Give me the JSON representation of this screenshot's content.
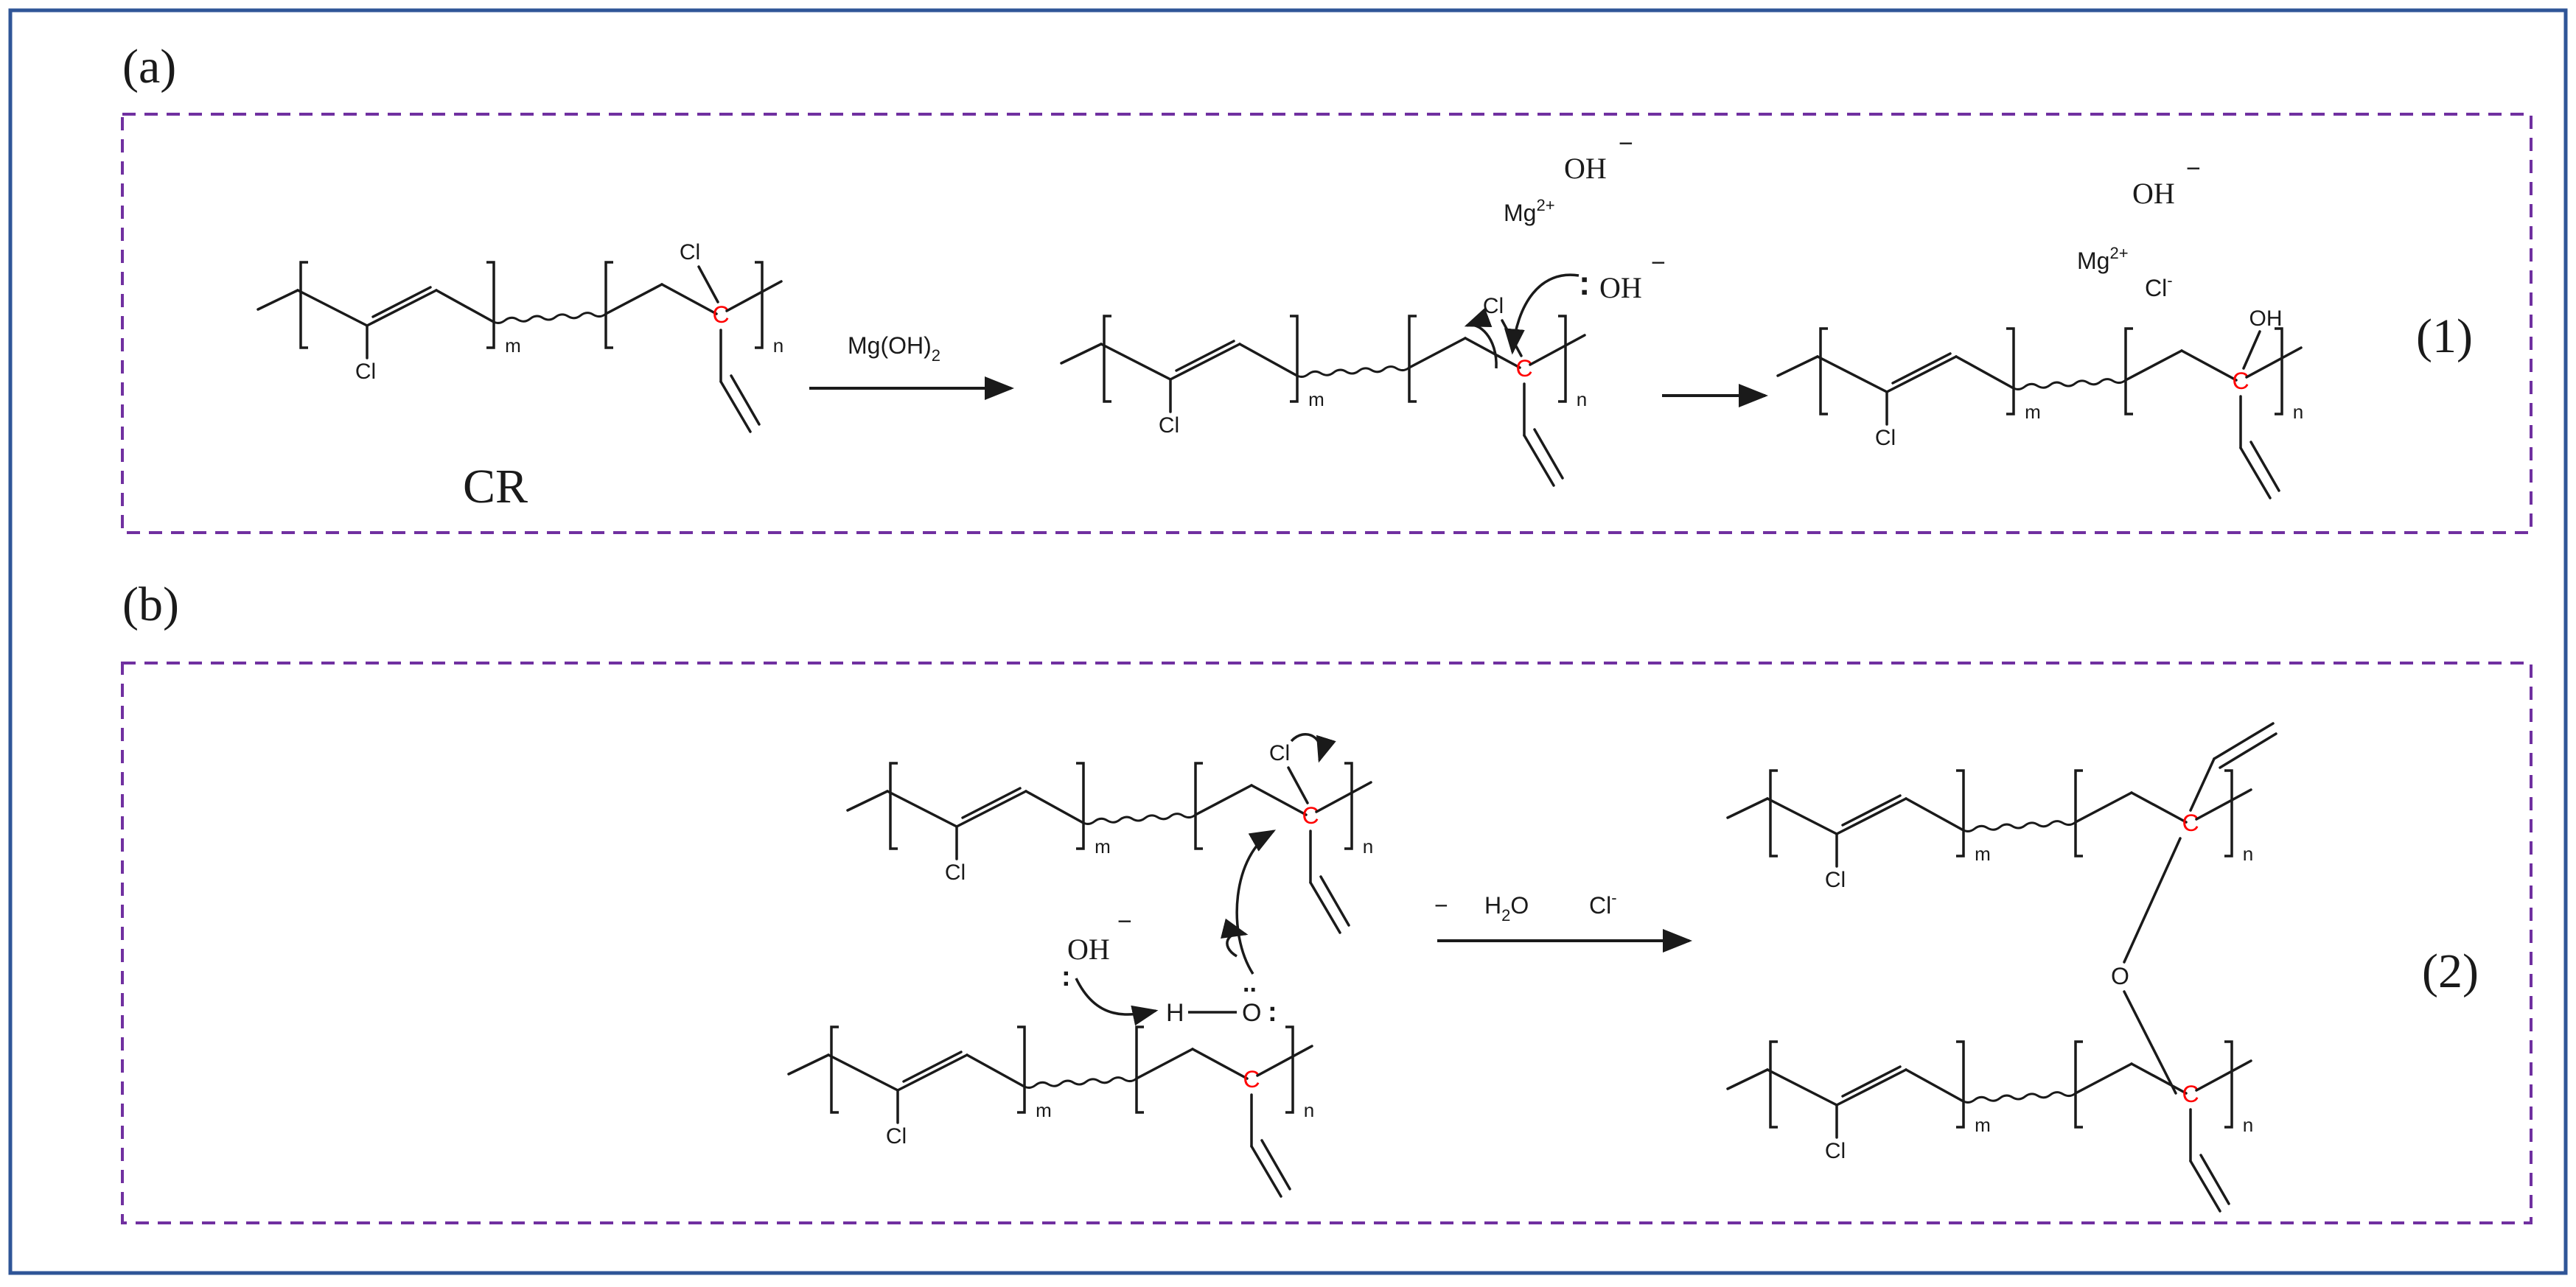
{
  "panel_a": {
    "label": "(a)",
    "equation_number": "(1)",
    "cr_label": "CR",
    "reagent": "Mg(OH)",
    "reagent_sub": "2",
    "ion_oh": "OH",
    "ion_minus": "−",
    "ion_mg": "Mg",
    "ion_mg_charge": "2+",
    "ion_cl": "Cl",
    "ion_cl_charge": "-",
    "lone_pair": ":",
    "oh_group": "OH"
  },
  "panel_b": {
    "label": "(b)",
    "equation_number": "(2)",
    "condition_minus": "−",
    "condition_h2o": "H",
    "condition_h2o_sub": "2",
    "condition_h2o_end": "O",
    "condition_cl": "Cl",
    "condition_cl_charge": "-",
    "hydroxide": "OH",
    "hydroxide_charge": "−",
    "hydrogen": "H",
    "oxygen": "O",
    "bridge_oxygen": "O"
  },
  "atoms": {
    "chlorine": "Cl",
    "carbon": "C",
    "subscript_m": "m",
    "subscript_n": "n"
  },
  "colors": {
    "border": "#2f5597",
    "dashed_box": "#7030a0",
    "bond": "#1a1a1a",
    "carbon_highlight": "#ff0000"
  }
}
